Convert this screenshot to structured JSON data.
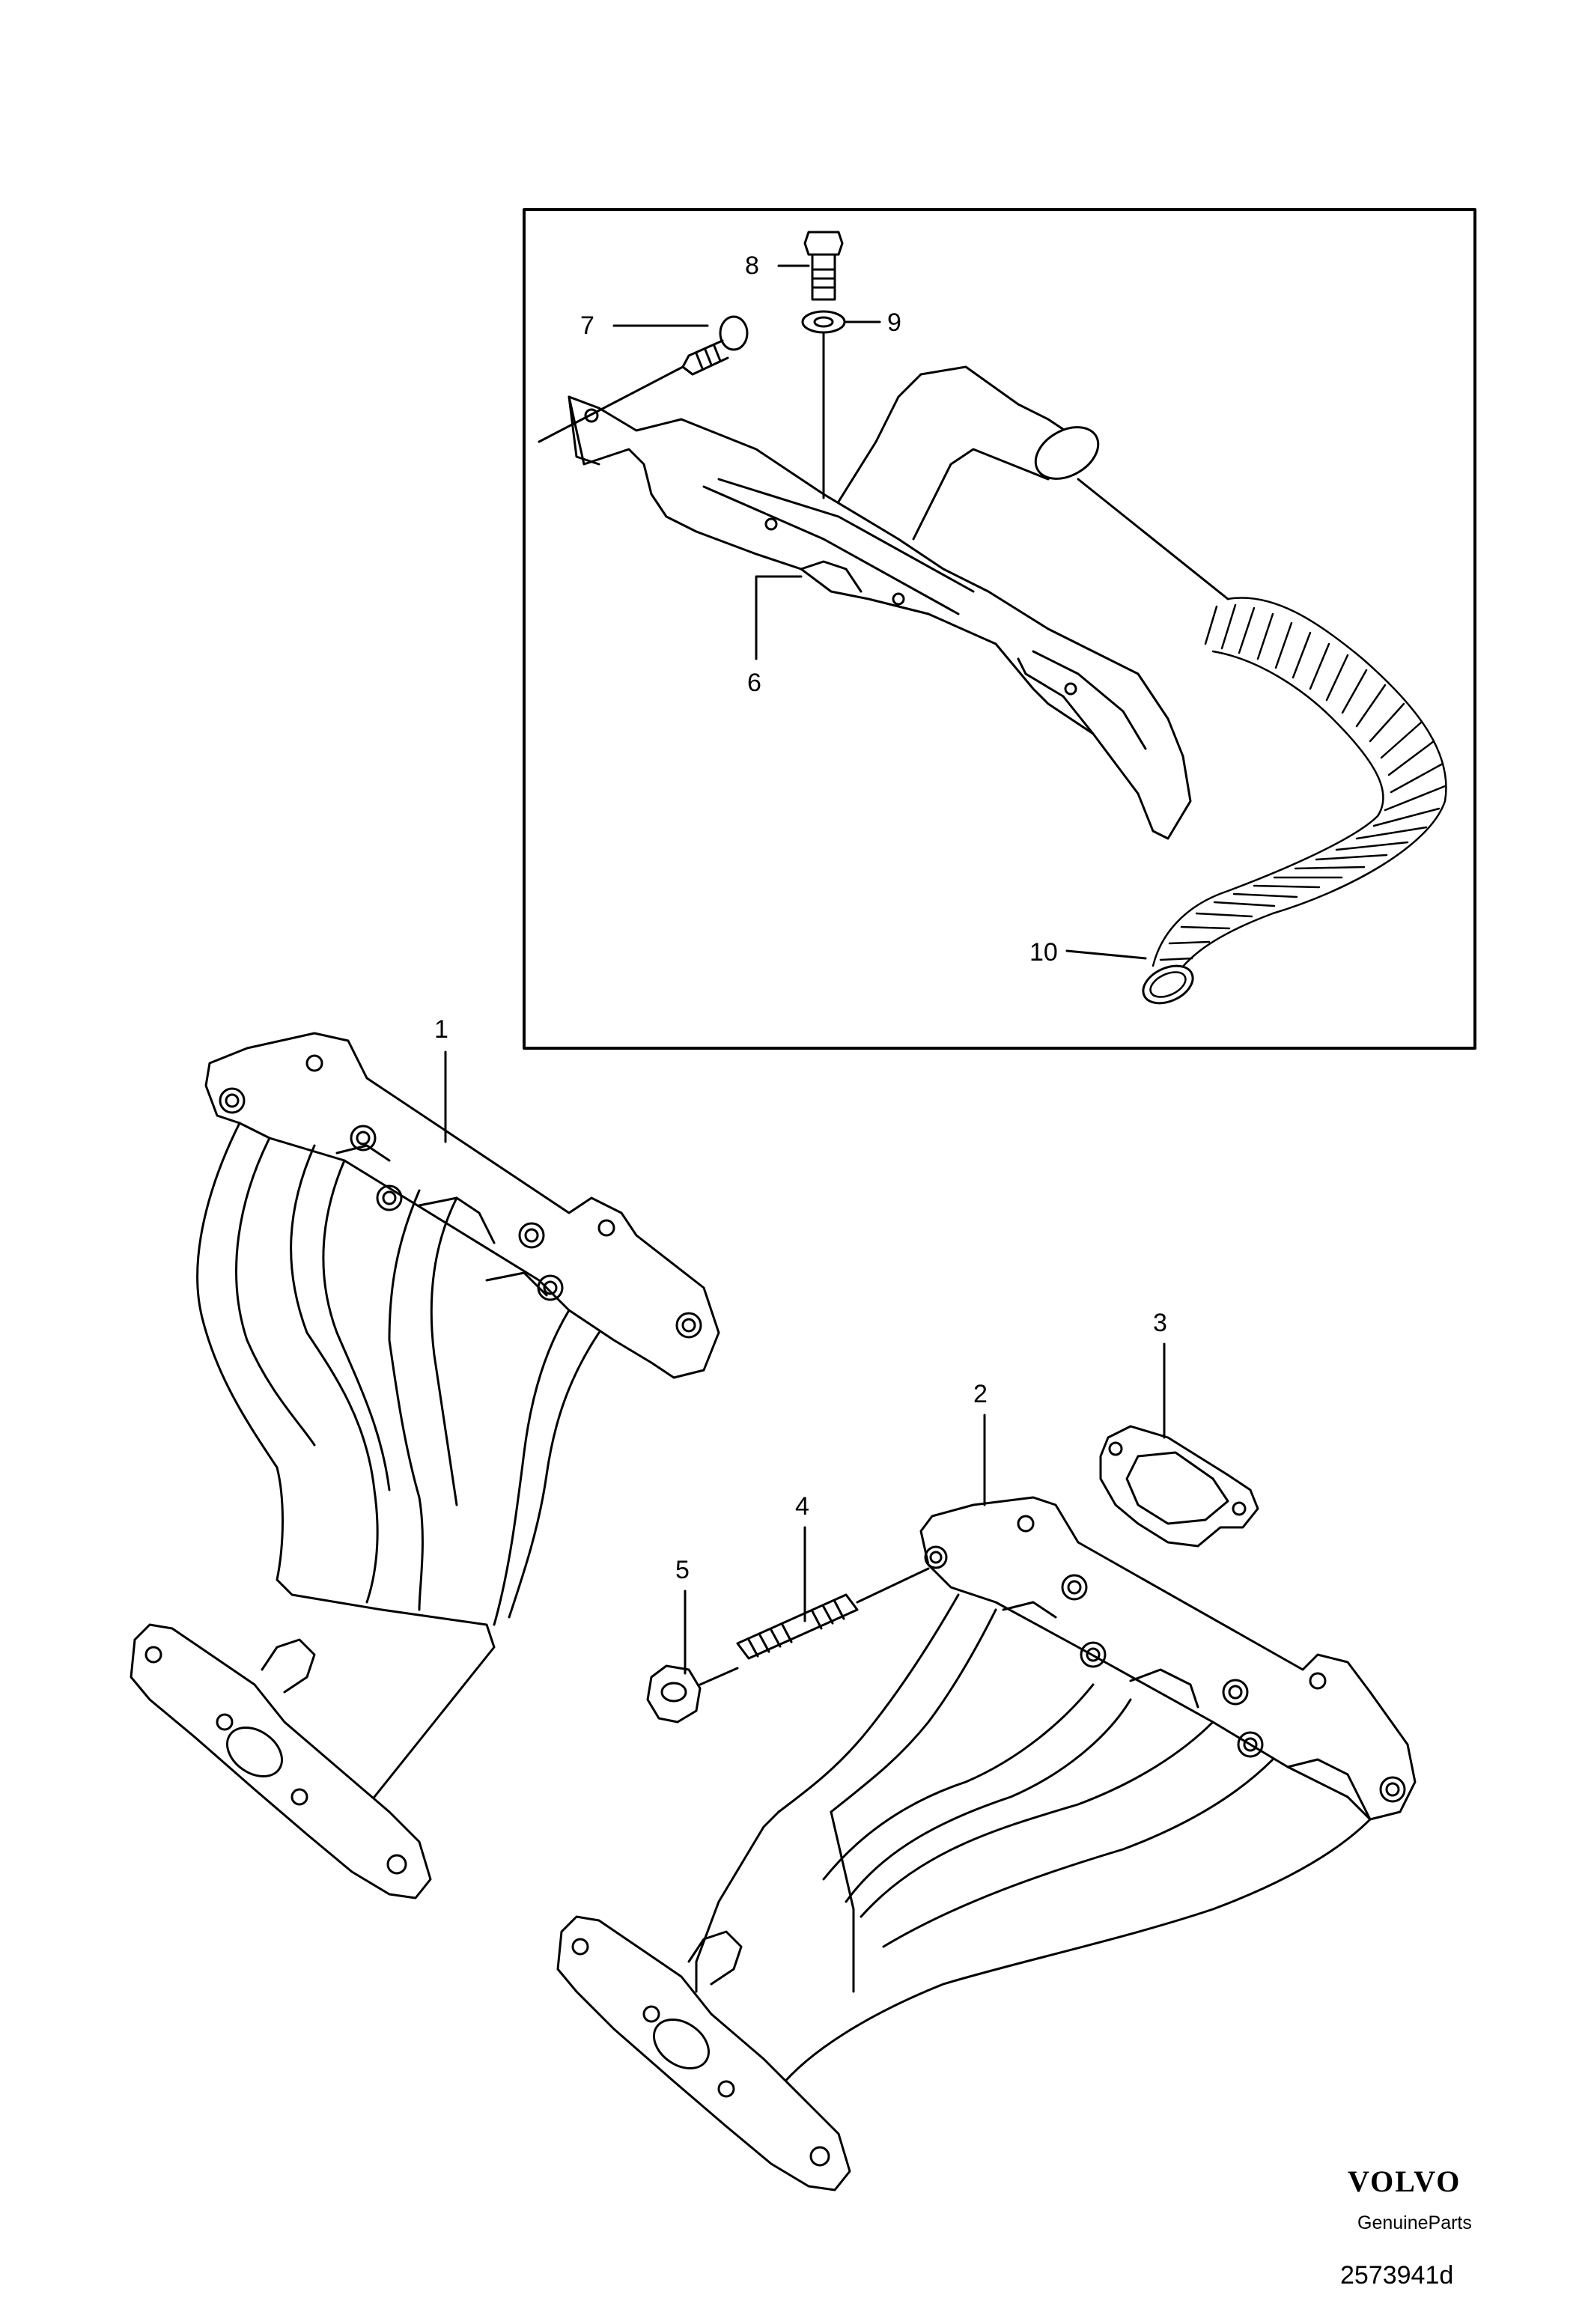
{
  "callouts": {
    "c1": "1",
    "c2": "2",
    "c3": "3",
    "c4": "4",
    "c5": "5",
    "c6": "6",
    "c7": "7",
    "c8": "8",
    "c9": "9",
    "c10": "10"
  },
  "footer": {
    "brand": "VOLVO",
    "tagline": "GenuineParts",
    "reference": "2573941d"
  }
}
